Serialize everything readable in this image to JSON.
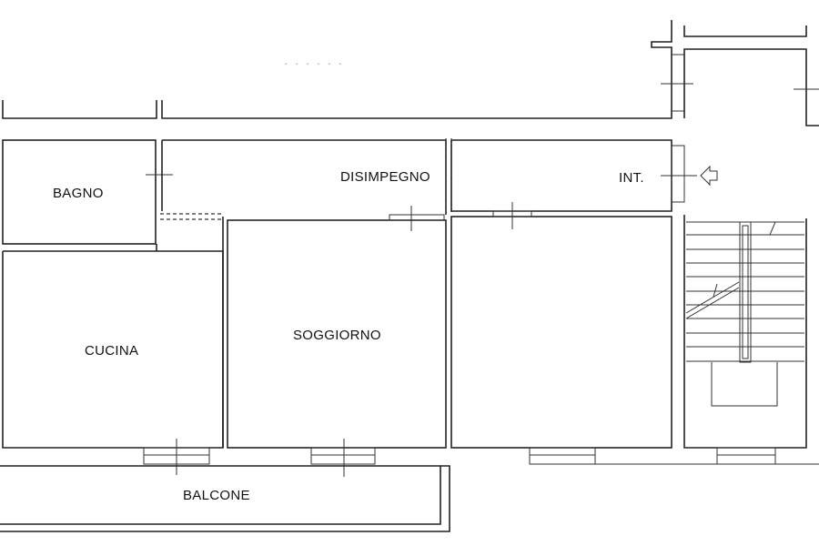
{
  "rooms": {
    "bagno": "BAGNO",
    "disimpegno": "DISIMPEGNO",
    "ingresso": "INT.",
    "cucina": "CUCINA",
    "soggiorno": "SOGGIORNO",
    "balcone": "BALCONE"
  }
}
